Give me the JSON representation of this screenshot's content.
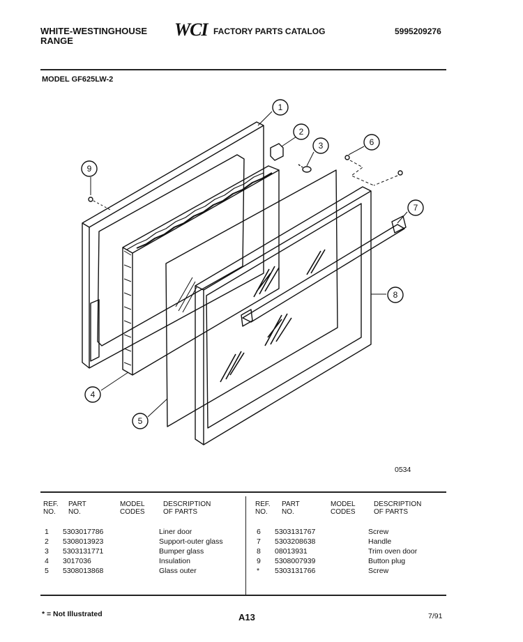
{
  "header": {
    "brand_line1": "WHITE-WESTINGHOUSE",
    "brand_line2": "RANGE",
    "logo": "WCI",
    "catalog_title": "FACTORY PARTS CATALOG",
    "catalog_number": "5995209276",
    "model": "MODEL GF625LW-2"
  },
  "diagram": {
    "callouts": [
      "1",
      "2",
      "3",
      "4",
      "5",
      "6",
      "7",
      "8",
      "9"
    ],
    "figure_code": "0534"
  },
  "table": {
    "headers": {
      "ref_no": [
        "REF.",
        "NO."
      ],
      "part_no": [
        "PART",
        "NO."
      ],
      "model_codes": [
        "MODEL",
        "CODES"
      ],
      "description": [
        "DESCRIPTION",
        "OF PARTS"
      ]
    },
    "left_rows": [
      {
        "ref": "1",
        "part": "5303017786",
        "codes": "",
        "desc": "Liner door"
      },
      {
        "ref": "2",
        "part": "5308013923",
        "codes": "",
        "desc": "Support-outer glass"
      },
      {
        "ref": "3",
        "part": "5303131771",
        "codes": "",
        "desc": "Bumper glass"
      },
      {
        "ref": "4",
        "part": "3017036",
        "codes": "",
        "desc": "Insulation"
      },
      {
        "ref": "5",
        "part": "5308013868",
        "codes": "",
        "desc": "Glass outer"
      }
    ],
    "right_rows": [
      {
        "ref": "6",
        "part": "5303131767",
        "codes": "",
        "desc": "Screw"
      },
      {
        "ref": "7",
        "part": "5303208638",
        "codes": "",
        "desc": "Handle"
      },
      {
        "ref": "8",
        "part": "08013931",
        "codes": "",
        "desc": "Trim oven door"
      },
      {
        "ref": "9",
        "part": "5308007939",
        "codes": "",
        "desc": "Button plug"
      },
      {
        "ref": "*",
        "part": "5303131766",
        "codes": "",
        "desc": "Screw"
      }
    ]
  },
  "footer": {
    "note": "* = Not Illustrated",
    "page": "A13",
    "date": "7/91"
  }
}
